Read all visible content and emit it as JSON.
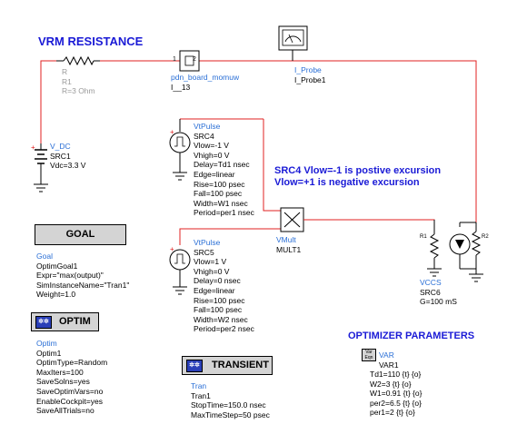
{
  "title": "VRM RESISTANCE",
  "resistor_r": {
    "type": "R",
    "name": "R1",
    "value": "R=3 Ohm"
  },
  "vdc": {
    "type": "V_DC",
    "name": "SRC1",
    "value": "Vdc=3.3 V"
  },
  "sparam": {
    "port1": "1",
    "port2": "2",
    "type": "pdn_board_momuw",
    "name": "I__13"
  },
  "probe": {
    "type": "I_Probe",
    "name": "I_Probe1"
  },
  "src4": {
    "type": "VtPulse",
    "name": "SRC4",
    "params": [
      "Vlow=-1 V",
      "Vhigh=0 V",
      "Delay=Td1 nsec",
      "Edge=linear",
      "Rise=100 psec",
      "Fall=100 psec",
      "Width=W1 nsec",
      "Period=per1 nsec"
    ]
  },
  "src5": {
    "type": "VtPulse",
    "name": "SRC5",
    "params": [
      "Vlow=1 V",
      "Vhigh=0 V",
      "Delay=0 nsec",
      "Edge=linear",
      "Rise=100 psec",
      "Fall=100 psec",
      "Width=W2 nsec",
      "Period=per2 nsec"
    ]
  },
  "note": {
    "line1": "SRC4 Vlow=-1 is postive excursion",
    "line2": "Vlow=+1 is negative excursion"
  },
  "mult": {
    "type": "VMult",
    "name": "MULT1"
  },
  "vccs": {
    "type": "VCCS",
    "name": "SRC6",
    "value": "G=100 mS",
    "pin1": "R1",
    "pin2": "R2"
  },
  "goal": {
    "header": "GOAL",
    "type": "Goal",
    "name": "OptimGoal1",
    "params": [
      "Expr=\"max(output)\"",
      "SimInstanceName=\"Tran1\"",
      "Weight=1.0"
    ]
  },
  "optim": {
    "header": "OPTIM",
    "type": "Optim",
    "name": "Optim1",
    "params": [
      "OptimType=Random",
      "MaxIters=100",
      "SaveSolns=yes",
      "SaveOptimVars=no",
      "EnableCockpit=yes",
      "SaveAllTrials=no"
    ]
  },
  "transient": {
    "header": "TRANSIENT",
    "type": "Tran",
    "name": "Tran1",
    "params": [
      "StopTime=150.0 nsec",
      "MaxTimeStep=50 psec"
    ]
  },
  "optimizer": {
    "title": "OPTIMIZER PARAMETERS",
    "icon": "Var Eqn",
    "type": "VAR",
    "name": "VAR1",
    "params": [
      "Td1=110 {t} {o}",
      "W2=3 {t} {o}",
      "W1=0.91 {t} {o}",
      "per2=6.5 {t} {o}",
      "per1=2 {t} {o}"
    ]
  },
  "colors": {
    "wire": "#e02020",
    "wire_dark": "#000000",
    "component": "#000000",
    "label": "#2a6fd6",
    "title": "#1a1ad6",
    "panel": "#d4d4d4",
    "icon": "#2a3fb8"
  }
}
